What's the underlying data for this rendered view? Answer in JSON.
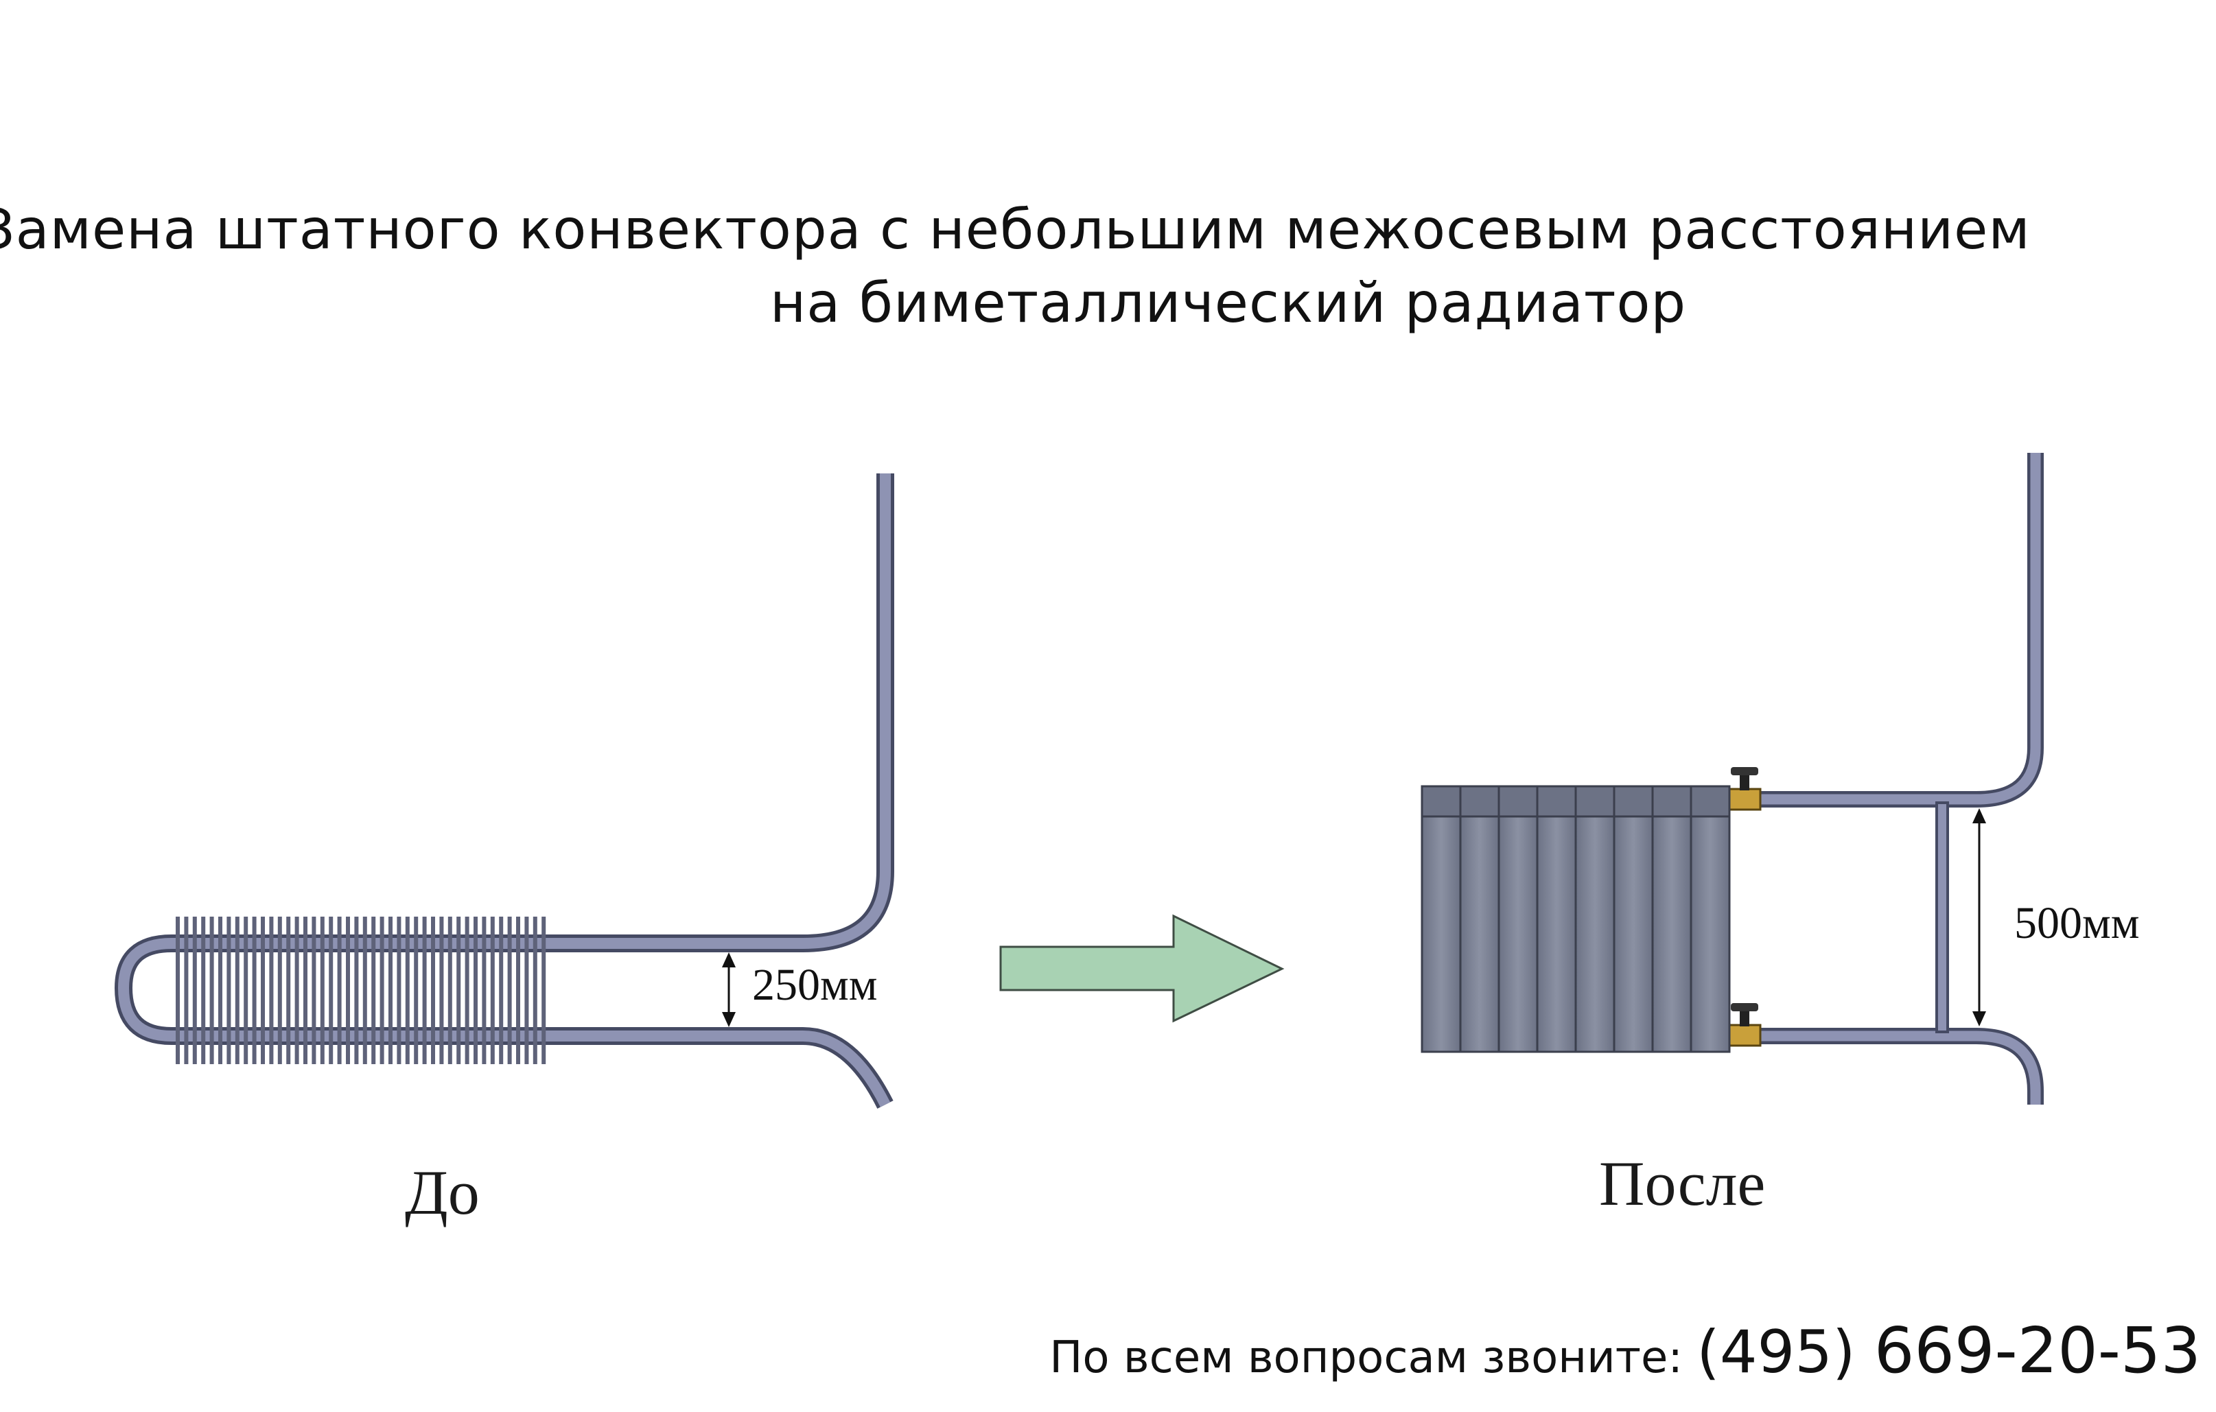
{
  "title": {
    "line1": "Замена штатного конвектора  с небольшим межосевым расстоянием",
    "line2": "на биметаллический радиатор"
  },
  "before": {
    "caption": "До",
    "dimension": "250мм"
  },
  "after": {
    "caption": "После",
    "dimension": "500мм"
  },
  "contact": {
    "prefix": "По всем вопросам звоните: ",
    "area_code": "(495) ",
    "number": "669-20-53"
  },
  "colors": {
    "pipe": "#8e93b3",
    "pipe_outline": "#454a63",
    "radiator": "#7b8193",
    "arrow_fill": "#a8d2b3",
    "arrow_stroke": "#3f4d44",
    "valve_brass": "#c9a03a"
  }
}
